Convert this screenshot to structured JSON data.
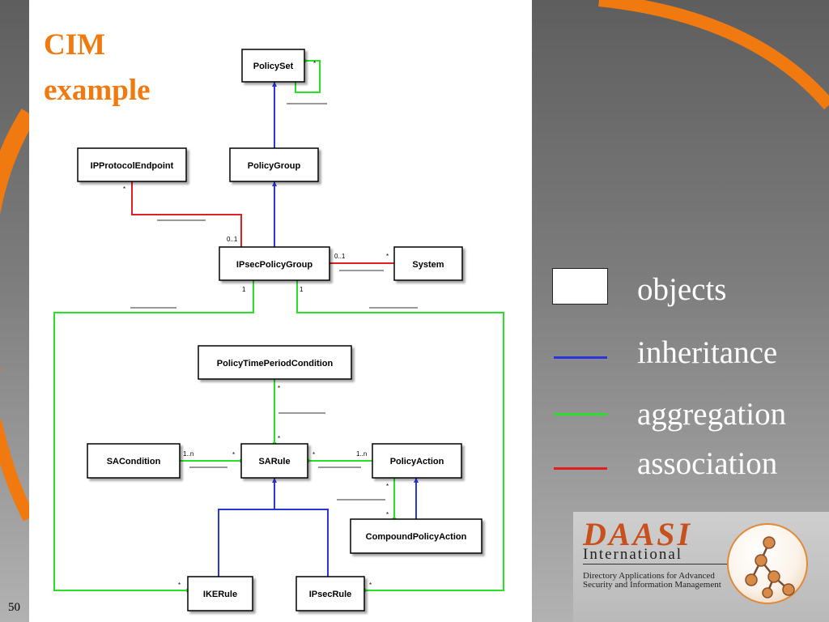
{
  "slide": {
    "title_line1": "CIM",
    "title_line2": "example",
    "page_number": "50"
  },
  "diagram": {
    "nodes": {
      "policyset": "PolicySet",
      "policygroup": "PolicyGroup",
      "ipprotocolendpoint": "IPProtocolEndpoint",
      "ipsecpolicygroup": "IPsecPolicyGroup",
      "system": "System",
      "policytimeperiodcondition": "PolicyTimePeriodCondition",
      "sacondition": "SACondition",
      "sarule": "SARule",
      "policyaction": "PolicyAction",
      "compoundpolicyaction": "CompoundPolicyAction",
      "ikerule": "IKERule",
      "ipsecrule": "IPsecRule"
    },
    "multiplicities": {
      "policyset_self": "*",
      "ipprotocol_star": "*",
      "ipsecgroup_top": "0..1",
      "ipsecgroup_right": "0..1",
      "system_left": "*",
      "ipsecgroup_left1": "1",
      "ipsecgroup_right1": "1",
      "time_star": "*",
      "sarule_time": "*",
      "sacond_right": "1..n",
      "sarule_left": "*",
      "sarule_right": "*",
      "policyaction_left": "1..n",
      "policyaction_bottom": "*",
      "compound_top": "*",
      "ikerule_left": "*",
      "ipsecrule_right": "*"
    }
  },
  "legend": {
    "objects": "objects",
    "inheritance": "inheritance",
    "aggregation": "aggregation",
    "association": "association",
    "colors": {
      "inheritance": "#2a36d8",
      "aggregation": "#28e028",
      "association": "#e02020"
    }
  },
  "logo": {
    "name": "DAASI",
    "subtitle": "International",
    "tagline": "Directory Applications for Advanced Security and Information Management"
  }
}
